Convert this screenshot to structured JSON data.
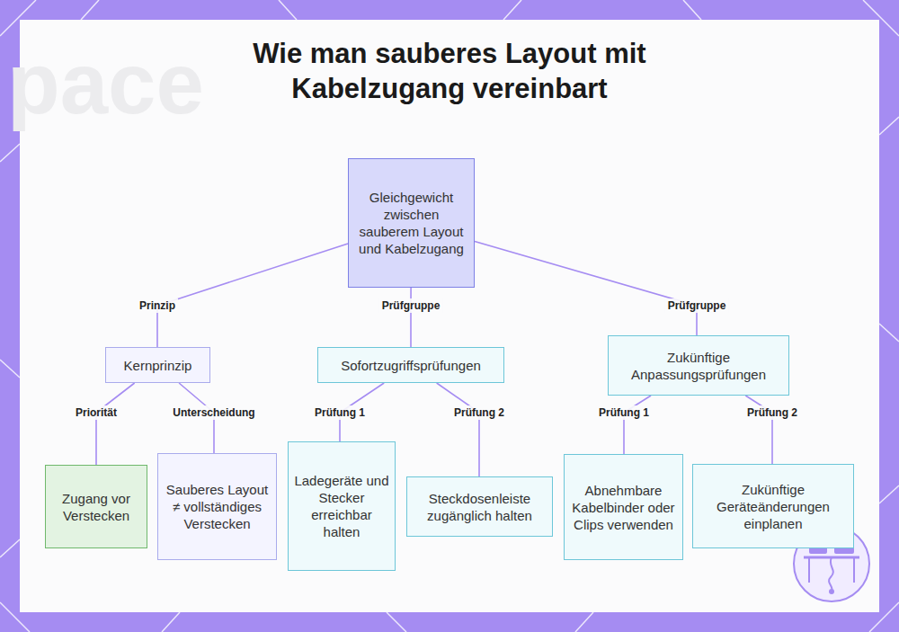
{
  "diagram": {
    "title": "Wie man sauberes Layout mit Kabelzugang vereinbart",
    "nodes": [
      {
        "text": [
          "Gleichgewicht zwischen sauberem Layout und Kabelzugang"
        ]
      },
      {
        "text": [
          "Kernprinzip"
        ]
      },
      {
        "text": [
          "Sofortzugriffsprüfungen"
        ]
      },
      {
        "text": [
          "Zukünftige Anpassungsprüfungen"
        ]
      },
      {
        "text": [
          "Zugang vor Verstecken"
        ]
      },
      {
        "text": [
          "Sauberes Layout ≠ vollständiges Verstecken"
        ]
      },
      {
        "text": [
          "Ladegeräte und Stecker erreichbar halten"
        ]
      },
      {
        "text": [
          "Steckdosenleiste zugänglich halten"
        ]
      },
      {
        "text": [
          "Abnehmbare Kabelbinder oder Clips verwenden"
        ]
      },
      {
        "text": [
          "Zukünftige Geräteänderungen einplanen"
        ]
      }
    ],
    "edges": [
      {
        "from": 0,
        "to": 1,
        "label": "Prinzip",
        "arrow": "none"
      },
      {
        "from": 0,
        "to": 2,
        "label": "Prüfgruppe",
        "arrow": "none"
      },
      {
        "from": 0,
        "to": 3,
        "label": "Prüfgruppe",
        "arrow": "none"
      },
      {
        "from": 1,
        "to": 4,
        "label": "Priorität",
        "arrow": "none"
      },
      {
        "from": 1,
        "to": 5,
        "label": "Unterscheidung",
        "arrow": "none"
      },
      {
        "from": 2,
        "to": 6,
        "label": "Prüfung 1",
        "arrow": "none"
      },
      {
        "from": 2,
        "to": 7,
        "label": "Prüfung 2",
        "arrow": "none"
      },
      {
        "from": 3,
        "to": 8,
        "label": "Prüfung 1",
        "arrow": "none"
      },
      {
        "from": 3,
        "to": 9,
        "label": "Prüfung 2",
        "arrow": "none"
      }
    ],
    "labels": [
      "pace"
    ]
  }
}
